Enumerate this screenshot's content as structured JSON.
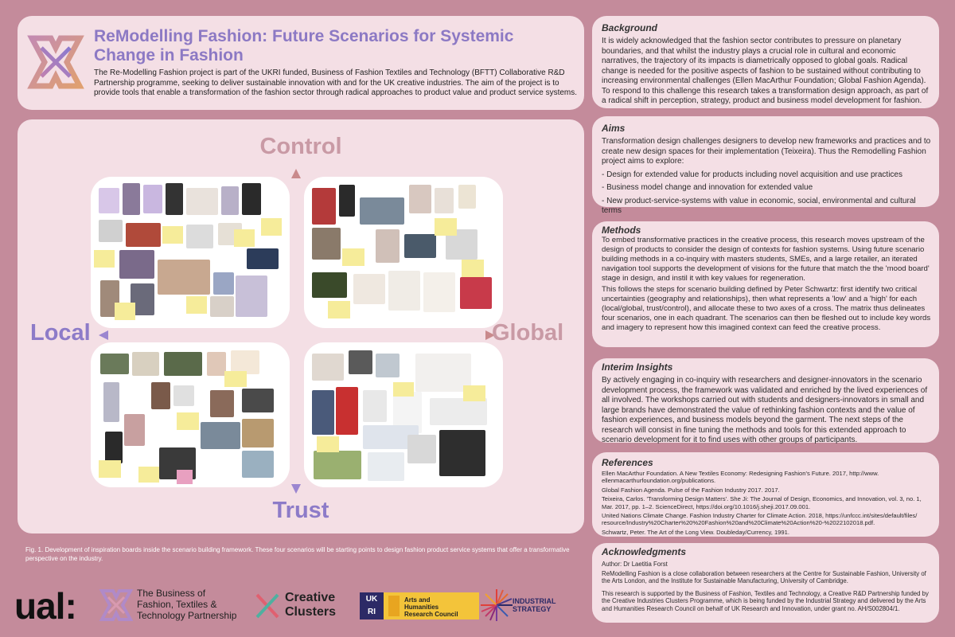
{
  "header": {
    "title": "ReModelling Fashion: Future Scenarios for Systemic Change in Fashion",
    "intro": "The Re-Modelling Fashion project is part of the UKRI funded, Business of Fashion Textiles and Technology (BFTT) Collaborative R&D Partnership programme, seeking to deliver sustainable innovation with and for the UK creative industries. The aim of the project is to provide tools that enable a transformation of the fashion sector through radical approaches to product value and product service systems."
  },
  "framework": {
    "top_label": "Control",
    "bottom_label": "Trust",
    "left_label": "Local",
    "right_label": "Global",
    "caption": "Fig. 1. Development of inspiration boards inside the scenario building framework. These four scenarios will be starting points to design fashion product service systems that offer a transformative perspective on the industry."
  },
  "background": {
    "heading": "Background",
    "body": "It is widely acknowledged that the fashion sector contributes to pressure on planetary boundaries, and that whilst the industry plays a crucial role in cultural and economic narratives, the trajectory of its impacts is diametrically opposed to global goals. Radical change is needed for the positive aspects of fashion to be sustained without contributing to increasing environmental challenges (Ellen MacArthur Foundation; Global Fashion Agenda). To respond to this challenge this research takes a transformation design approach, as part of a radical shift in perception, strategy, product and business model development for fashion."
  },
  "aims": {
    "heading": "Aims",
    "body": "Transformation design challenges designers to develop new frameworks and practices and to create new design spaces for their implementation (Teixeira). Thus the Remodelling Fashion project aims to explore:",
    "bullets": [
      "- Design for extended value for products including novel acquisition and use practices",
      "- Business model change and innovation for extended value",
      "- New product-service-systems with value in economic, social, environmental and cultural terms"
    ]
  },
  "methods": {
    "heading": "Methods",
    "p1": "To embed transformative practices in the creative process, this research moves upstream of the design of products to consider the design of contexts for fashion systems. Using future scenario building methods in a co-inquiry with masters students, SMEs, and a large retailer, an iterated navigation tool supports the development of visions for the future that match the the 'mood board' stage in design, and instil it with key values for regeneration.",
    "p2": "This follows the steps for scenario building defined by Peter Schwartz: first identify two critical uncertainties (geography and relationships), then what represents a 'low' and a 'high' for each (local/global, trust/control), and allocate these to two axes of a cross. The matrix thus delineates four scenarios, one in each quadrant. The scenarios can then be fleshed out to include key words and imagery to represent how this imagined context can feed the creative process."
  },
  "insights": {
    "heading": "Interim Insights",
    "body": "By actively engaging in co-inquiry with researchers and designer-innovators in the scenario development process, the framework was validated and enriched by the lived experiences of all involved. The workshops carried out with students and designers-innovators in small and large brands have demonstrated the value of rethinking fashion contexts and the value of fashion experiences, and business models beyond the garment. The next steps of the research will consist in fine tuning the methods and tools for this extended approach to scenario development for it to find uses with other groups of participants."
  },
  "references": {
    "heading": "References",
    "items": [
      "Ellen MacArthur Foundation. A New Textiles Economy: Redesigning Fashion's Future. 2017, http://www. ellenmacarthurfoundation.org/publications.",
      "Global Fashion Agenda. Pulse of the Fashion Industry 2017. 2017.",
      "Teixeira, Carlos. 'Transforming Design Matters'. She Ji: The Journal of Design, Economics, and Innovation, vol. 3, no. 1, Mar. 2017, pp. 1–2. ScienceDirect, https://doi.org/10.1016/j.sheji.2017.09.001.",
      "United Nations Climate Change. Fashion Industry Charter for Climate Action. 2018, https://unfccc.int/sites/default/files/ resource/Industry%20Charter%20%20Fashion%20and%20Climate%20Action%20-%2022102018.pdf.",
      "Schwartz, Peter. The Art of the Long View. Doubleday/Currency, 1991."
    ]
  },
  "acknowledgments": {
    "heading": "Acknowledgments",
    "author": "Author: Dr Laetitia Forst",
    "collab": "ReModelling Fashion is a close collaboration between researchers at the Centre for Sustainable Fashion, University of the Arts London, and the Institute for Sustainable Manufacturing, University of Cambridge.",
    "funding": "This research is supported by the Business of Fashion, Textiles and Technology, a Creative R&D Partnership funded by the Creative Industries Clusters Programme, which is being funded by the Industrial Strategy and delivered by the Arts and Humanities Research Council on behalf of UK Research and Innovation, under grant no. AH/S002804/1."
  },
  "footer": {
    "ual": "ual:",
    "bftt_line1": "The Business of",
    "bftt_line2": "Fashion, Textiles &",
    "bftt_line3": "Technology Partnership",
    "cc_line1": "Creative",
    "cc_line2": "Clusters",
    "ukri_line1": "UK",
    "ukri_line2": "RI",
    "ahrc_line1": "Arts and",
    "ahrc_line2": "Humanities",
    "ahrc_line3": "Research Council",
    "ind_line1": "INDUSTRIAL",
    "ind_line2": "STRATEGY"
  },
  "colors": {
    "background": "#c48b9b",
    "title_purple": "#8c79c4",
    "control_pink": "#c99aa5",
    "local_purple": "#8d7bc8"
  }
}
